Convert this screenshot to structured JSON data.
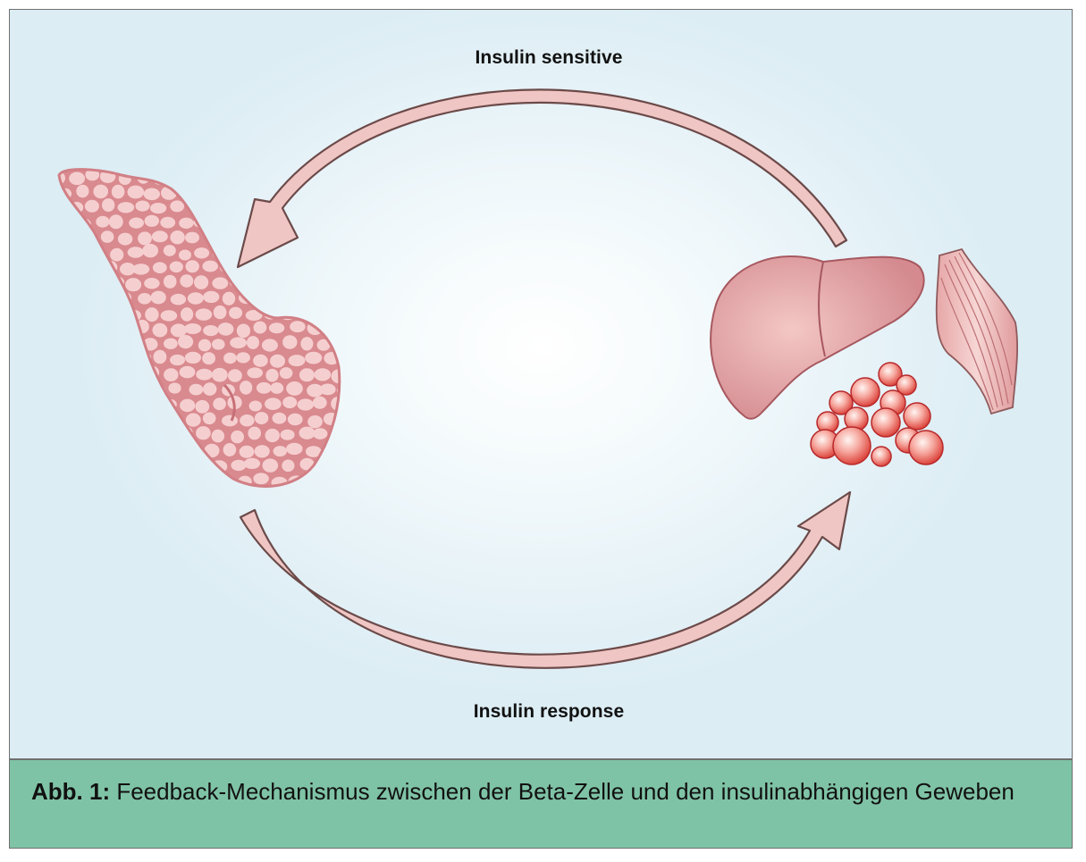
{
  "diagram": {
    "top_arrow_label": "Insulin sensitive",
    "bottom_arrow_label": "Insulin response",
    "icons": [
      "pancreas-icon",
      "liver-icon",
      "adipose-tissue-icon",
      "muscle-icon"
    ],
    "colors": {
      "arrow_fill": "#efc6c4",
      "arrow_stroke": "#6b4a49",
      "organ_pink": "#d88f93",
      "pancreas_fill": "#f5cfd0",
      "fat_red": "#e0433a",
      "caption_bg": "#7fc3a6"
    }
  },
  "caption": {
    "label": "Abb. 1:",
    "text": " Feedback-Mechanismus zwischen der Beta-Zelle und den insulinabhängigen Geweben"
  }
}
